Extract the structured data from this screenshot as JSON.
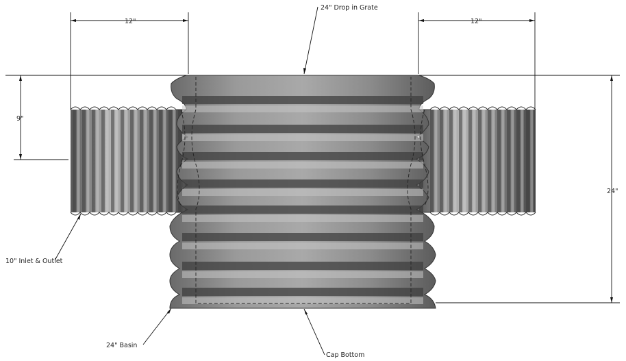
{
  "diagram": {
    "labels": {
      "top_center": "24\" Drop in Grate",
      "top_left_dim": "12\"",
      "top_right_dim": "12\"",
      "left_dim": "9\"",
      "right_dim": "24\"",
      "inlet_outlet": "10\" Inlet & Outlet",
      "basin": "24\" Basin",
      "cap_bottom": "Cap Bottom"
    },
    "colors": {
      "pipe_dark": "#4a4a4a",
      "pipe_light": "#b8b8b8",
      "basin_dark": "#555555",
      "basin_light": "#a8a8a8",
      "line": "#111111"
    }
  }
}
